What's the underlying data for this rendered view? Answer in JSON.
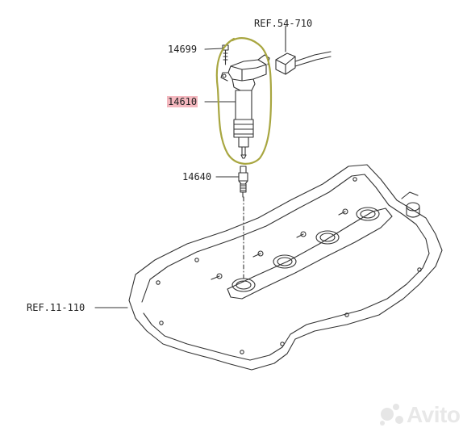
{
  "diagram": {
    "labels": {
      "ref_54_710": "REF.54-710",
      "part_14699": "14699",
      "part_14610": "14610",
      "part_14640": "14640",
      "ref_11_110": "REF.11-110"
    },
    "highlight_color": "#f4b8bf",
    "circle_color": "#a8a640",
    "line_color": "#333333"
  },
  "watermark": {
    "text": "Avito"
  }
}
